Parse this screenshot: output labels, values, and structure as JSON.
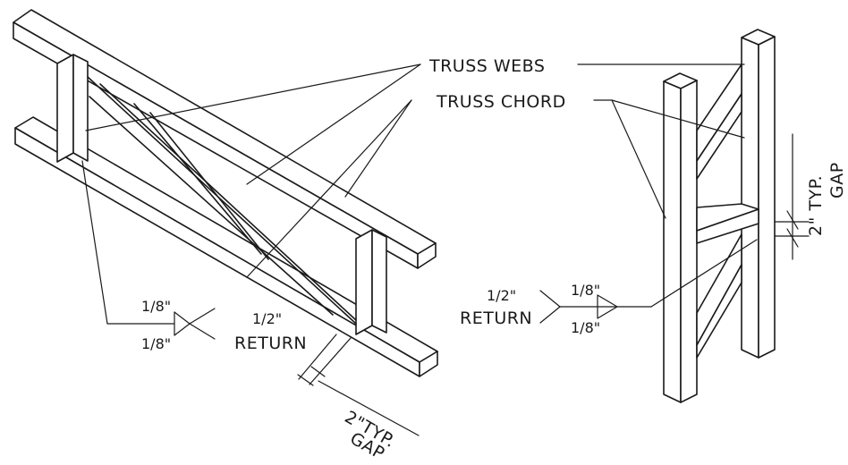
{
  "callouts": {
    "truss_webs": "TRUSS WEBS",
    "truss_chord": "TRUSS CHORD"
  },
  "left_detail": {
    "weld_top": "1/8\"",
    "weld_bottom": "1/8\"",
    "return_size": "1/2\"",
    "return_label": "RETURN",
    "gap_size": "2\"TYP.",
    "gap_label": "GAP"
  },
  "right_detail": {
    "weld_top": "1/8\"",
    "weld_bottom": "1/8\"",
    "return_size": "1/2\"",
    "return_label": "RETURN",
    "gap_size": "2\" TYP.",
    "gap_label": "GAP"
  }
}
